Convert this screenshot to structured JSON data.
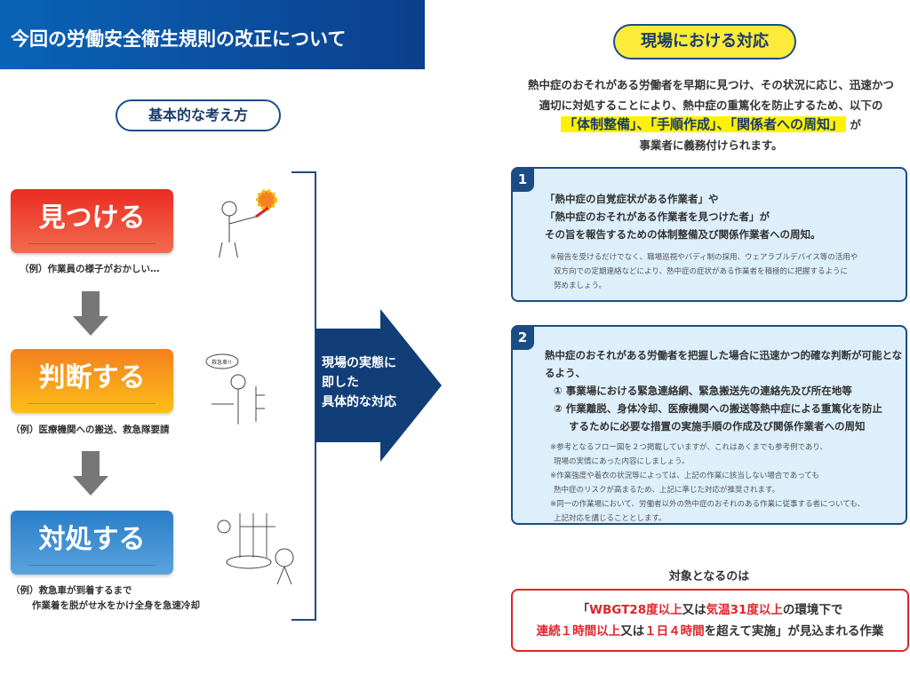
{
  "title": "今回の労働安全衛生規則の改正について",
  "left": {
    "heading": "基本的な考え方",
    "steps": [
      {
        "label": "見つける",
        "caption": [
          "（例）作業員の様子がおかしい…"
        ]
      },
      {
        "label": "判断する",
        "caption": [
          "（例）医療機関への搬送、救急隊要請"
        ]
      },
      {
        "label": "対処する",
        "caption": [
          "（例）救急車が到着するまで",
          "作業着を脱がせ水をかけ全身を急速冷却"
        ]
      }
    ],
    "speech_bubble": "救急車!!",
    "arrow_text": [
      "現場の実態に",
      "即した",
      "具体的な対応"
    ]
  },
  "right": {
    "heading": "現場における対応",
    "intro": [
      "熱中症のおそれがある労働者を早期に見つけ、その状況に応じ、迅速かつ",
      "適切に対処することにより、熱中症の重篤化を防止するため、以下の",
      "「体制整備」、「手順作成」、「関係者への周知」",
      "が",
      "事業者に義務付けられます。"
    ],
    "box1": {
      "num": "1",
      "main": [
        "「熱中症の自覚症状がある作業者」や",
        "「熱中症のおそれがある作業者を見つけた者」が",
        "その旨を報告するための体制整備及び関係作業者への周知。"
      ],
      "notes": [
        "※報告を受けるだけでなく、職場巡視やバディ制の採用、ウェアラブルデバイス等の活用や",
        "双方向での定期連絡などにより、熱中症の症状がある作業者を積極的に把握するように",
        "努めましょう。"
      ]
    },
    "box2": {
      "num": "2",
      "main": [
        "熱中症のおそれがある労働者を把握した場合に迅速かつ的確な判断が可能となるよう、",
        "① 事業場における緊急連絡網、緊急搬送先の連絡先及び所在地等",
        "② 作業離脱、身体冷却、医療機関への搬送等熱中症による重篤化を防止",
        "するために必要な措置の実施手順の作成及び関係作業者への周知"
      ],
      "notes": [
        "※参考となるフロー図を２つ掲載していますが、これはあくまでも参考例であり、",
        "現場の実情にあった内容にしましょう。",
        "※作業強度や着衣の状況等によっては、上記の作業に該当しない場合であっても",
        "熱中症のリスクが高まるため、上記に準じた対応が推奨されます。",
        "※同一の作業場において、労働者以外の熱中症のおそれのある作業に従事する者についても、",
        "上記対応を講じることとします。"
      ]
    },
    "target_label": "対象となるのは",
    "target": {
      "p1": "「",
      "p2": "WBGT28度以上",
      "p3": "又は",
      "p4": "気温31度以上",
      "p5": "の環境下で",
      "p6": "連続１時間以上",
      "p7": "又は",
      "p8": "１日４時間",
      "p9": "を超えて実施」が見込まれる作業"
    }
  },
  "colors": {
    "navy": "#1b4c86",
    "red": "#e0242b",
    "highlight": "#fff200"
  }
}
